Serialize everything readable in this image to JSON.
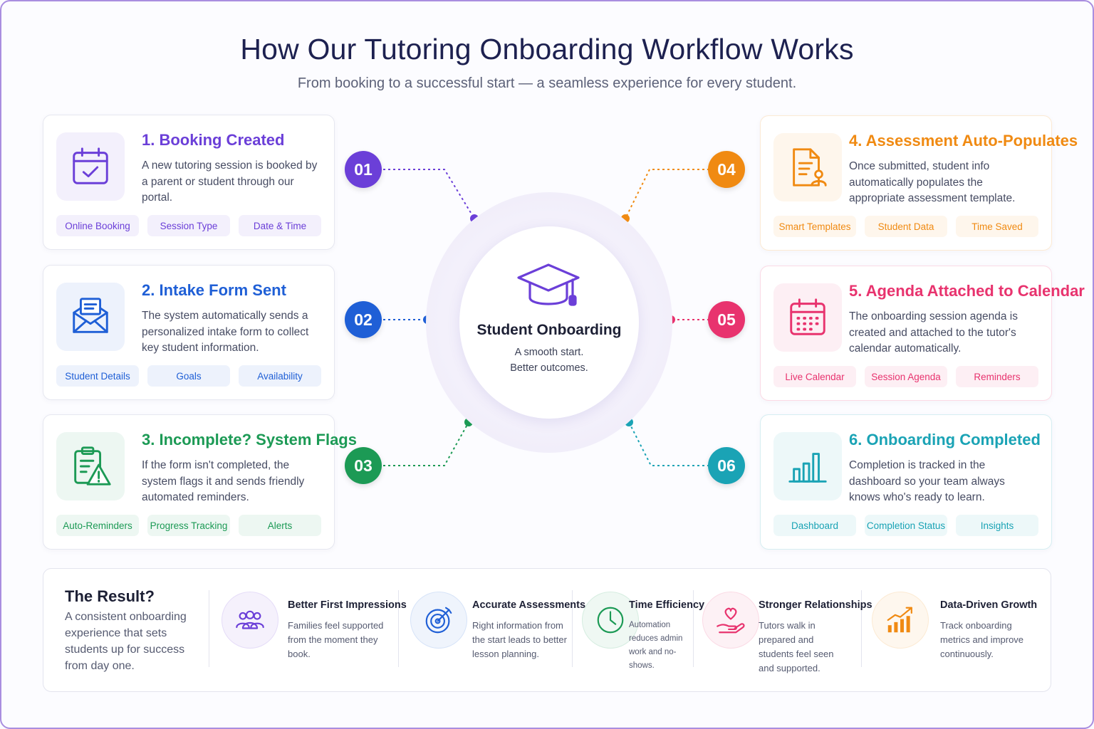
{
  "title": "How Our Tutoring Onboarding Workflow Works",
  "subtitle": "From booking to a successful start — a seamless experience for every student.",
  "center": {
    "title": "Student Onboarding",
    "line1": "A smooth start.",
    "line2": "Better outcomes."
  },
  "steps": [
    {
      "num": "01",
      "title": "1.  Booking Created",
      "desc": "A new tutoring session is booked by a parent or student through our portal.",
      "chips": [
        "Online Booking",
        "Session Type",
        "Date & Time"
      ],
      "color": "#6b3fd8",
      "icon": "calendar-check-icon"
    },
    {
      "num": "02",
      "title": "2. Intake Form Sent",
      "desc": "The system automatically sends a personalized intake form to collect key student information.",
      "chips": [
        "Student Details",
        "Goals",
        "Availability"
      ],
      "color": "#1f5fd6",
      "icon": "envelope-icon"
    },
    {
      "num": "03",
      "title": "3.  Incomplete? System Flags",
      "desc": "If the form isn't completed, the system flags it and sends friendly automated reminders.",
      "chips": [
        "Auto-Reminders",
        "Progress Tracking",
        "Alerts"
      ],
      "color": "#1c9a55",
      "icon": "clipboard-alert-icon"
    },
    {
      "num": "04",
      "title": "4. Assessment Auto-Populates",
      "desc": "Once submitted, student info automatically populates the appropriate assessment template.",
      "chips": [
        "Smart Templates",
        "Student Data",
        "Time Saved"
      ],
      "color": "#f08a12",
      "icon": "document-user-icon"
    },
    {
      "num": "05",
      "title": "5. Agenda Attached to Calendar",
      "desc": "The onboarding session agenda is created and attached to the tutor's calendar automatically.",
      "chips": [
        "Live Calendar",
        "Session Agenda",
        "Reminders"
      ],
      "color": "#e8336e",
      "icon": "calendar-grid-icon"
    },
    {
      "num": "06",
      "title": "6. Onboarding Completed",
      "desc": "Completion is tracked in the dashboard so your team always knows who's ready to learn.",
      "chips": [
        "Dashboard",
        "Completion Status",
        "Insights"
      ],
      "color": "#1aa3b5",
      "icon": "bar-chart-icon"
    }
  ],
  "result": {
    "title": "The Result?",
    "desc": "A consistent onboarding experience that sets students up for success from day one.",
    "benefits": [
      {
        "title": "Better First Impressions",
        "desc": "Families feel supported from the moment they book.",
        "color": "#6b3fd8",
        "icon": "people-icon"
      },
      {
        "title": "Accurate Assessments",
        "desc": "Right information from the start leads to better lesson planning.",
        "color": "#1f5fd6",
        "icon": "target-icon"
      },
      {
        "title": "Time Efficiency",
        "desc": "Automation reduces admin work and no-shows.",
        "color": "#1c9a55",
        "icon": "clock-icon"
      },
      {
        "title": "Stronger Relationships",
        "desc": "Tutors walk in prepared and students feel seen and supported.",
        "color": "#e8336e",
        "icon": "heart-hand-icon"
      },
      {
        "title": "Data-Driven Growth",
        "desc": "Track onboarding metrics and improve continuously.",
        "color": "#f08a12",
        "icon": "growth-chart-icon"
      }
    ]
  }
}
